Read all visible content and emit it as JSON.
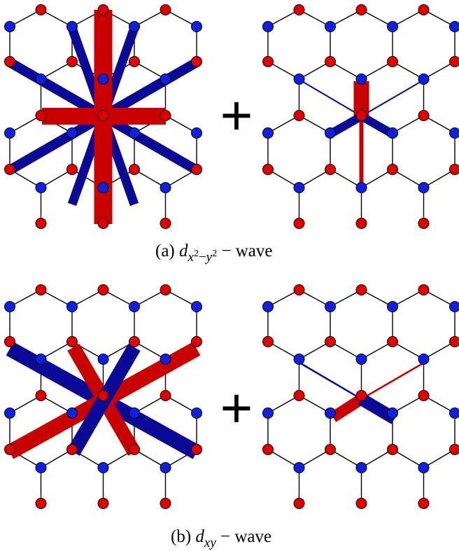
{
  "colors": {
    "red": "#e00000",
    "blue": "#1020e0",
    "bond_red": "#c80000",
    "bond_blue": "#0a0a96",
    "lattice": "#000000"
  },
  "operator": "+",
  "panels": [
    {
      "caption_prefix": "(a) ",
      "caption_symbol": "d",
      "caption_subscript_x": "x",
      "caption_superscript_1": "2",
      "caption_minus": "−",
      "caption_subscript_y": "y",
      "caption_superscript_2": "2",
      "caption_suffix": " − wave"
    },
    {
      "caption_prefix": "(b) ",
      "caption_symbol": "d",
      "caption_subscript": "xy",
      "caption_suffix": " − wave"
    }
  ]
}
